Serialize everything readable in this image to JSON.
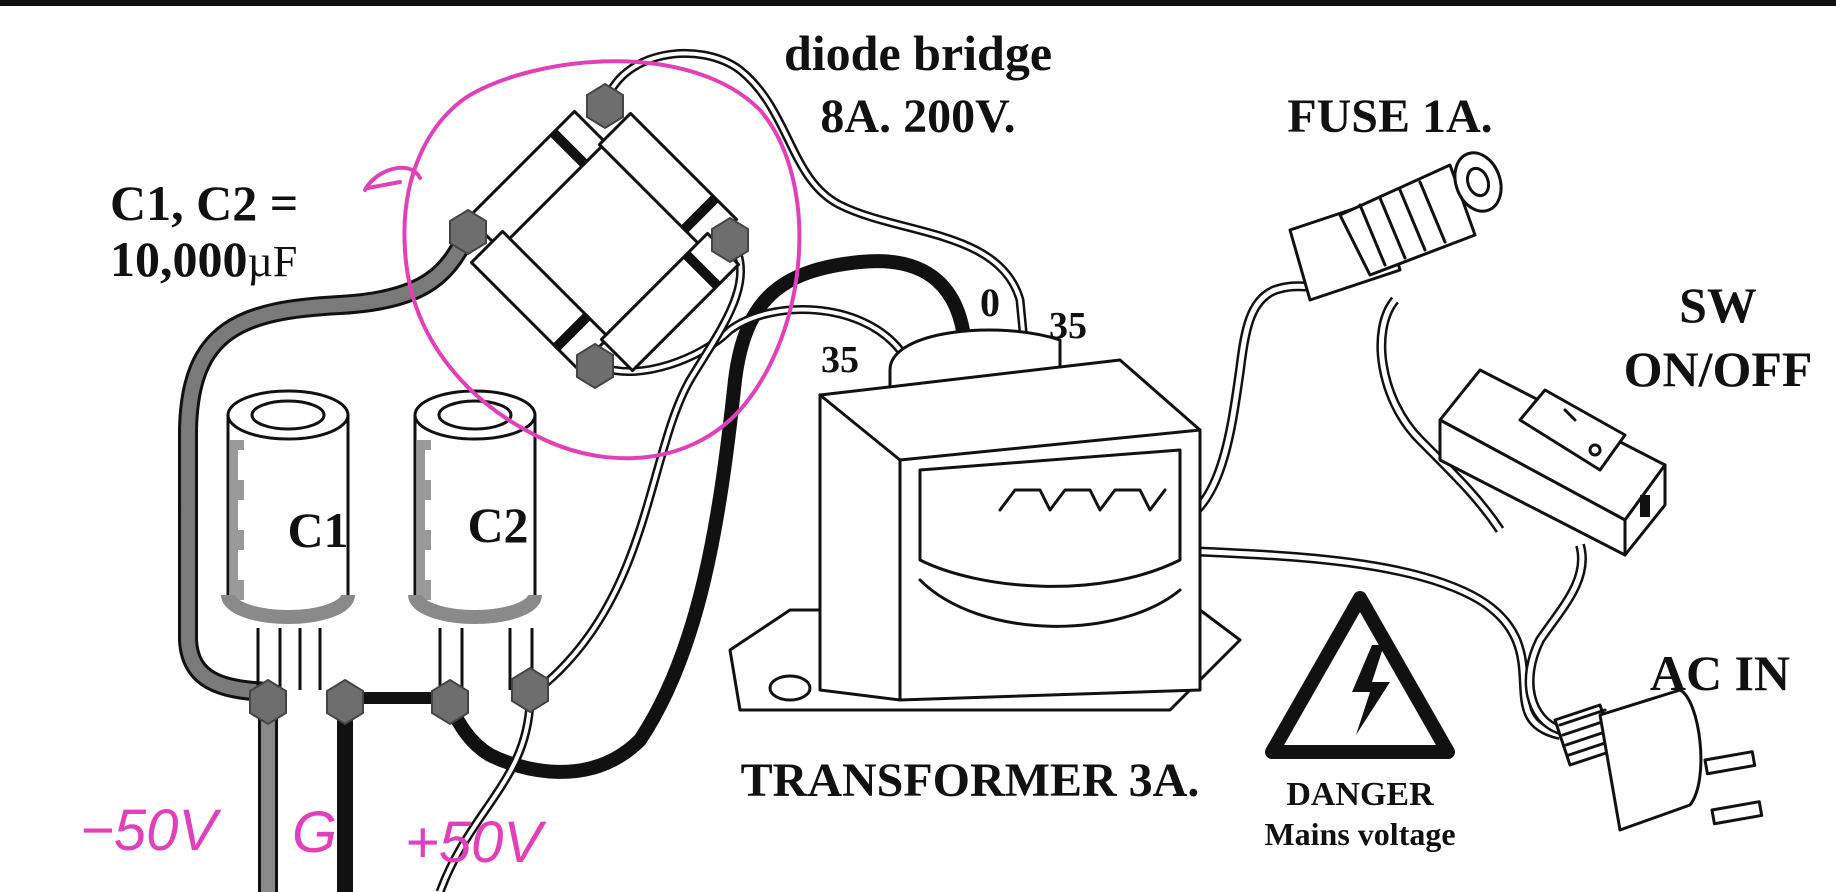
{
  "labels": {
    "diode_bridge_line1": "diode bridge",
    "diode_bridge_line2": "8A. 200V.",
    "fuse": "FUSE 1A.",
    "caps_line1": "C1, C2 =",
    "caps_line2": "10,000",
    "caps_unit": "µF",
    "switch_line1": "SW",
    "switch_line2": "ON/OFF",
    "ac_in": "AC IN",
    "transformer": "TRANSFORMER 3A.",
    "danger_line1": "DANGER",
    "danger_line2": "Mains voltage",
    "cap1": "C1",
    "cap2": "C2",
    "tap_zero": "0",
    "tap_left": "35",
    "tap_right": "35"
  },
  "handwritten": {
    "neg_voltage": "−50V",
    "ground": "G",
    "pos_voltage": "+50V"
  },
  "icons": {
    "warning": "high-voltage-warning-icon",
    "bolt": "lightning-bolt-icon",
    "plug": "power-plug-icon"
  },
  "colors": {
    "annotation": "#e040b8",
    "wire_dark": "#111111",
    "wire_gray": "#7a7a7a",
    "node": "#6e6e6e"
  }
}
